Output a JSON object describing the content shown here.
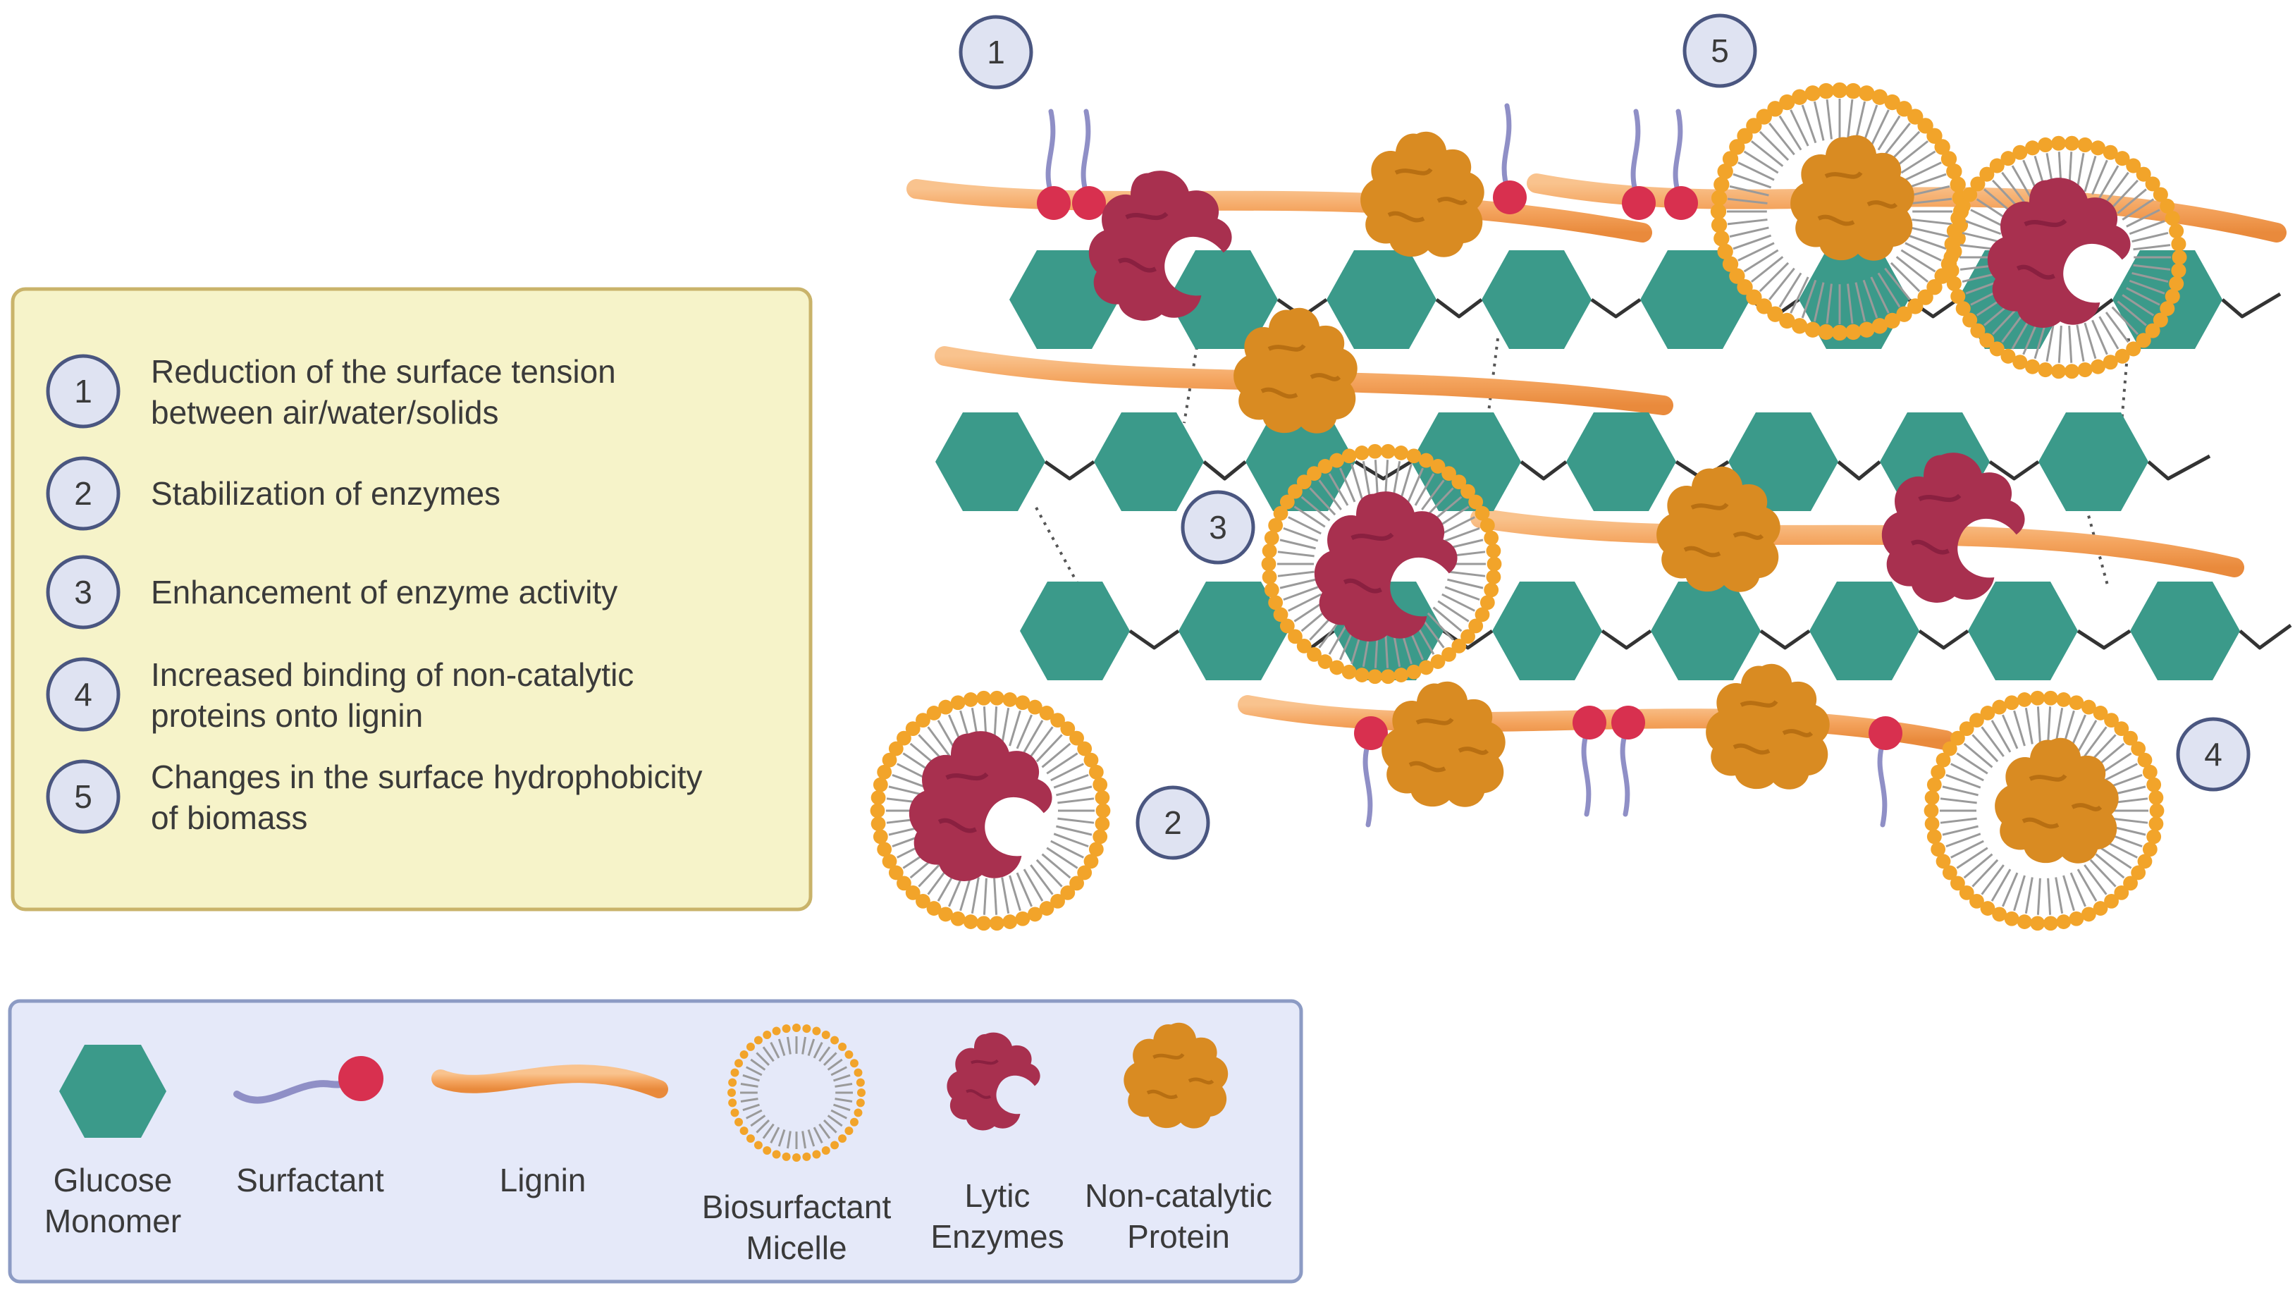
{
  "key_items": [
    {
      "number": "1",
      "text": [
        "Reduction of the surface tension",
        "between air/water/solids"
      ]
    },
    {
      "number": "2",
      "text": [
        "Stabilization of enzymes"
      ]
    },
    {
      "number": "3",
      "text": [
        "Enhancement of enzyme activity"
      ]
    },
    {
      "number": "4",
      "text": [
        "Increased binding of non-catalytic",
        "proteins onto lignin"
      ]
    },
    {
      "number": "5",
      "text": [
        "Changes in the surface hydrophobicity",
        "of biomass"
      ]
    }
  ],
  "legend": [
    {
      "icon": "glucose-monomer-icon",
      "label": [
        "Glucose",
        "Monomer"
      ]
    },
    {
      "icon": "surfactant-icon",
      "label": [
        "Surfactant"
      ]
    },
    {
      "icon": "lignin-icon",
      "label": [
        "Lignin"
      ]
    },
    {
      "icon": "biosurfactant-micelle-icon",
      "label": [
        "Biosurfactant",
        "Micelle"
      ]
    },
    {
      "icon": "lytic-enzyme-icon",
      "label": [
        "Lytic",
        "Enzymes"
      ]
    },
    {
      "icon": "non-catalytic-protein-icon",
      "label": [
        "Non-catalytic",
        "Protein"
      ]
    }
  ],
  "callouts": [
    "1",
    "5",
    "3",
    "2",
    "4"
  ],
  "colors": {
    "glucose": "#3b9a8a",
    "surfactant_head": "#d8304f",
    "surfactant_tail": "#8f8fc6",
    "lignin": "#f4a45e",
    "micelle_head": "#f2a42a",
    "lytic_enzyme": "#a8304f",
    "non_catalytic_protein": "#d98b22",
    "key_box_fill": "#f6f3c9",
    "key_box_border": "#c9b36a",
    "legend_box_fill": "#e5e9f9",
    "legend_box_border": "#8c9bc4",
    "number_circle_fill": "#dfe3f2",
    "number_circle_border": "#4a5680"
  }
}
